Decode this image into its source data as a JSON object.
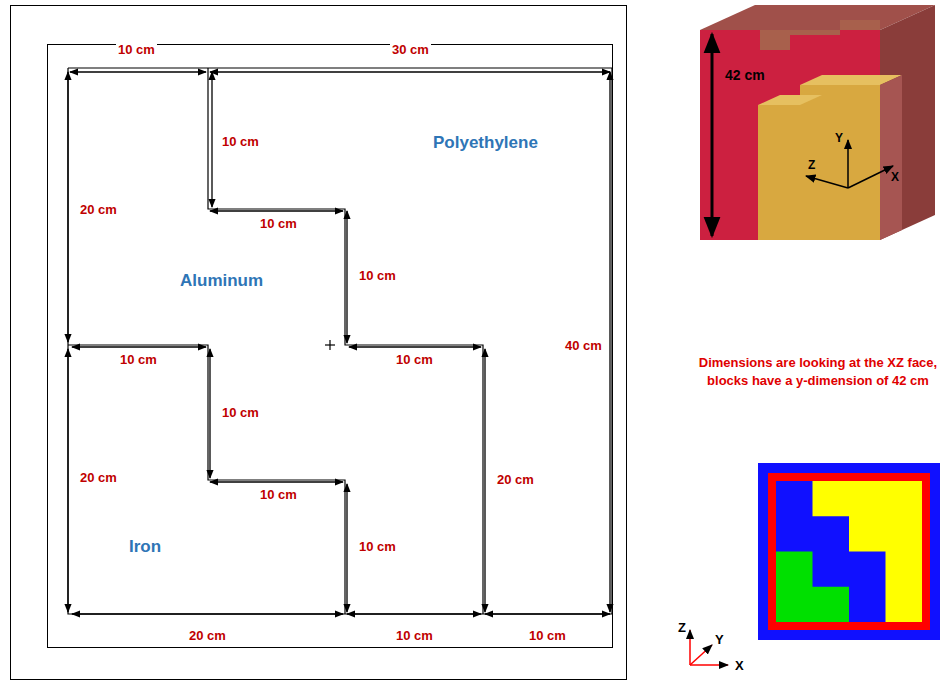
{
  "diagram": {
    "labels": [
      "10 cm",
      "30 cm",
      "10 cm",
      "20 cm",
      "Polyethylene",
      "10 cm",
      "10 cm",
      "Aluminum",
      "40 cm",
      "10 cm",
      "10 cm",
      "10 cm",
      "20 cm",
      "10 cm",
      "20 cm",
      "10 cm",
      "Iron",
      "20 cm",
      "10 cm",
      "10 cm",
      "42 cm",
      "Y",
      "Z",
      "X",
      "Dimensions are looking at the XZ face, blocks have a y-dimension of 42 cm",
      "Z",
      "Y",
      "X"
    ]
  }
}
